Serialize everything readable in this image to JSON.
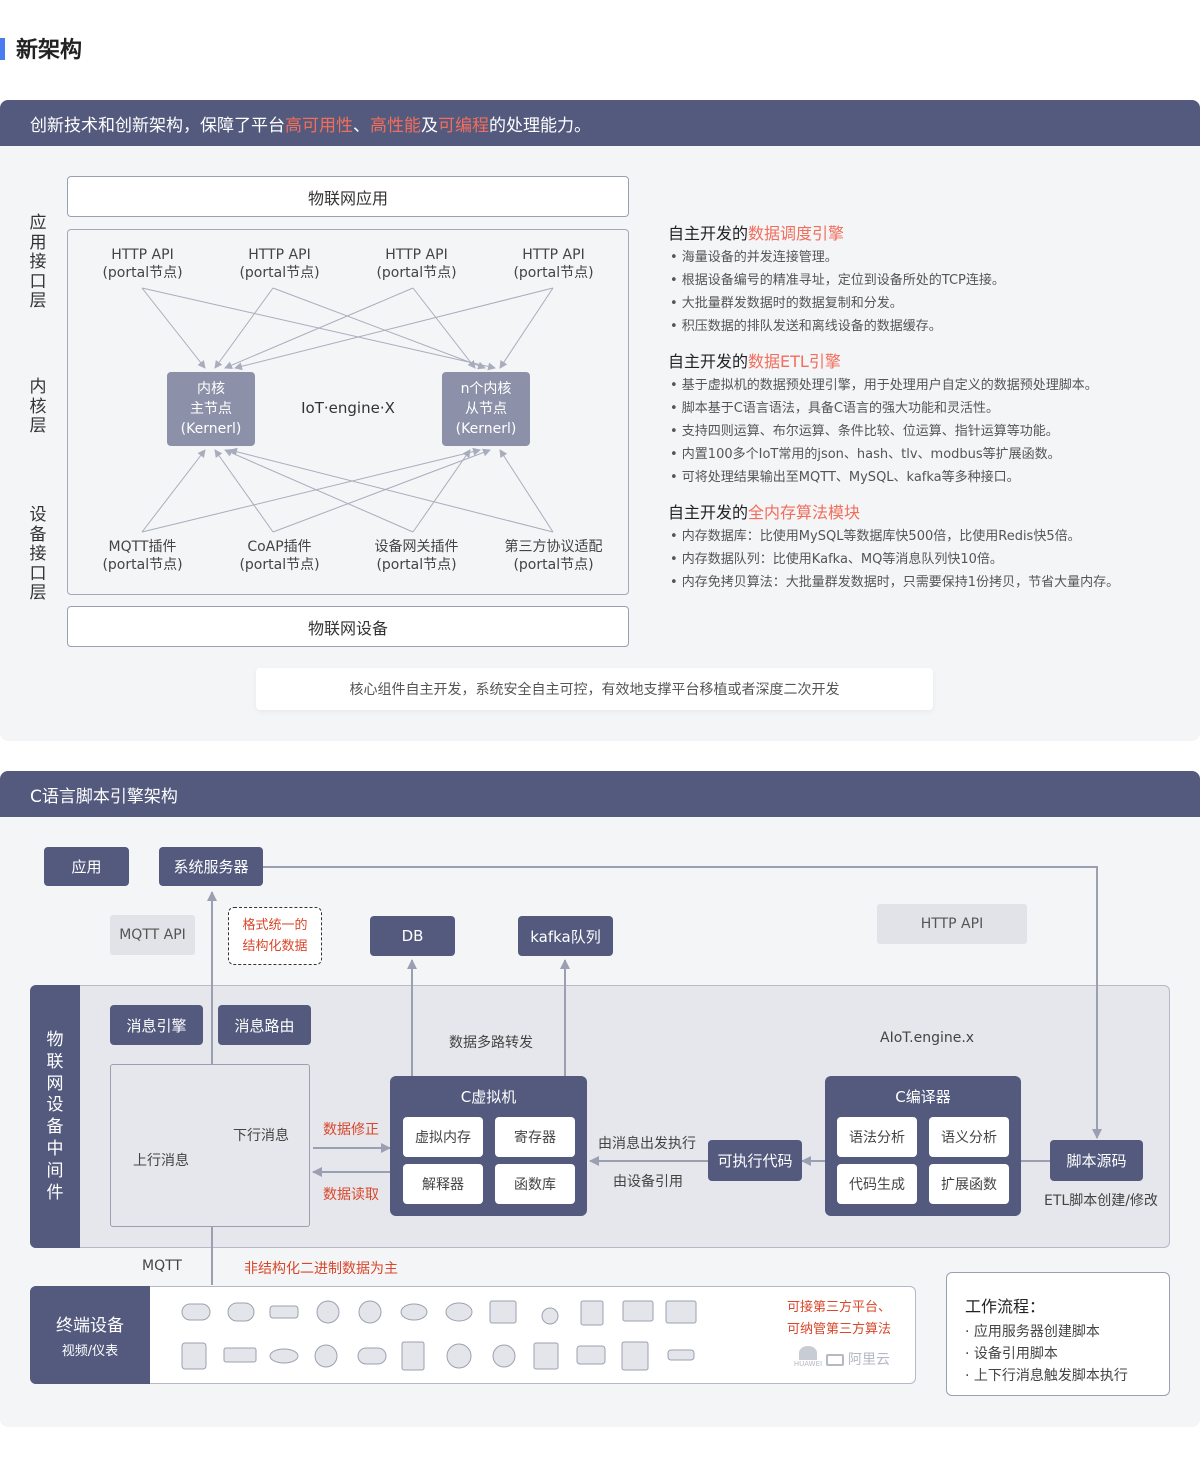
{
  "page": {
    "title": "新架构"
  },
  "section1": {
    "banner": {
      "pre": "创新技术和创新架构，保障了平台",
      "hl1": "高可用性",
      "sep1": "、",
      "hl2": "高性能",
      "sep2": "及",
      "hl3": "可编程",
      "post": "的处理能力。"
    },
    "app_box": "物联网应用",
    "device_box": "物联网设备",
    "layer_labels": [
      "应用接口层",
      "内核层",
      "设备接口层"
    ],
    "http_nodes": [
      {
        "line1": "HTTP API",
        "line2": "(portal节点)"
      },
      {
        "line1": "HTTP API",
        "line2": "(portal节点)"
      },
      {
        "line1": "HTTP API",
        "line2": "(portal节点)"
      },
      {
        "line1": "HTTP API",
        "line2": "(portal节点)"
      }
    ],
    "kernel_master": {
      "line1": "内核",
      "line2": "主节点",
      "line3": "(Kernerl)"
    },
    "kernel_slave": {
      "line1": "n个内核",
      "line2": "从节点",
      "line3": "(Kernerl)"
    },
    "engine_label": "IoT·engine·X",
    "plugin_nodes": [
      {
        "line1": "MQTT插件",
        "line2": "(portal节点)"
      },
      {
        "line1": "CoAP插件",
        "line2": "(portal节点)"
      },
      {
        "line1": "设备网关插件",
        "line2": "(portal节点)"
      },
      {
        "line1": "第三方协议适配",
        "line2": "(portal节点)"
      }
    ],
    "features": [
      {
        "pre": "自主开发的",
        "hl": "数据调度引擎",
        "items": [
          "• 海量设备的并发连接管理。",
          "• 根据设备编号的精准寻址，定位到设备所处的TCP连接。",
          "• 大批量群发数据时的数据复制和分发。",
          "• 积压数据的排队发送和离线设备的数据缓存。"
        ]
      },
      {
        "pre": "自主开发的",
        "hl": "数据ETL引擎",
        "items": [
          "• 基于虚拟机的数据预处理引擎，用于处理用户自定义的数据预处理脚本。",
          "• 脚本基于C语言语法，具备C语言的强大功能和灵活性。",
          "• 支持四则运算、布尔运算、条件比较、位运算、指针运算等功能。",
          "• 内置100多个IoT常用的json、hash、tlv、modbus等扩展函数。",
          "• 可将处理结果输出至MQTT、MySQL、kafka等多种接口。"
        ]
      },
      {
        "pre": "自主开发的",
        "hl": "全内存算法模块",
        "items": [
          "• 内存数据库：比使用MySQL等数据库快500倍，比使用Redis快5倍。",
          "• 内存数据队列：比使用Kafka、MQ等消息队列快10倍。",
          "• 内存免拷贝算法：大批量群发数据时，只需要保持1份拷贝，节省大量内存。"
        ]
      }
    ],
    "note": "核心组件自主开发，系统安全自主可控，有效地支撑平台移植或者深度二次开发"
  },
  "section2": {
    "banner": "C语言脚本引擎架构",
    "app": "应用",
    "sys_server": "系统服务器",
    "mqtt_api": "MQTT API",
    "format_note": {
      "line1": "格式统一的",
      "line2": "结构化数据"
    },
    "db": "DB",
    "kafka": "kafka队列",
    "http_api": "HTTP API",
    "middleware_label": "物联网设备中间件",
    "msg_engine": "消息引擎",
    "msg_route": "消息路由",
    "upstream": "上行消息",
    "downstream": "下行消息",
    "data_fix": "数据修正",
    "data_read": "数据读取",
    "multi_forward": "数据多路转发",
    "engine_name": "AIoT.engine.x",
    "cvm": {
      "title": "C虚拟机",
      "items": [
        "虚拟内存",
        "寄存器",
        "解释器",
        "函数库"
      ]
    },
    "exec_on_msg": "由消息出发执行",
    "by_device_ref": "由设备引用",
    "exec_code": "可执行代码",
    "compiler": {
      "title": "C编译器",
      "items": [
        "语法分析",
        "语义分析",
        "代码生成",
        "扩展函数"
      ]
    },
    "script_src": "脚本源码",
    "etl_note": "ETL脚本创建/修改",
    "mqtt_label": "MQTT",
    "binary_note": "非结构化二进制数据为主",
    "terminal": {
      "title": "终端设备",
      "subtitle": "视频/仪表"
    },
    "third_party": {
      "line1": "可接第三方平台、",
      "line2": "可纳管第三方算法"
    },
    "logos": {
      "huawei": "HUAWEI",
      "aliyun": "阿里云"
    },
    "workflow": {
      "title": "工作流程：",
      "items": [
        "· 应用服务器创建脚本",
        "· 设备引用脚本",
        "· 上下行消息触发脚本执行"
      ]
    }
  },
  "colors": {
    "accent": "#4a7cf0",
    "banner": "#535a7e",
    "highlight": "#f26d5b",
    "red_text": "#d9472b",
    "kernel": "#8c91a9"
  }
}
